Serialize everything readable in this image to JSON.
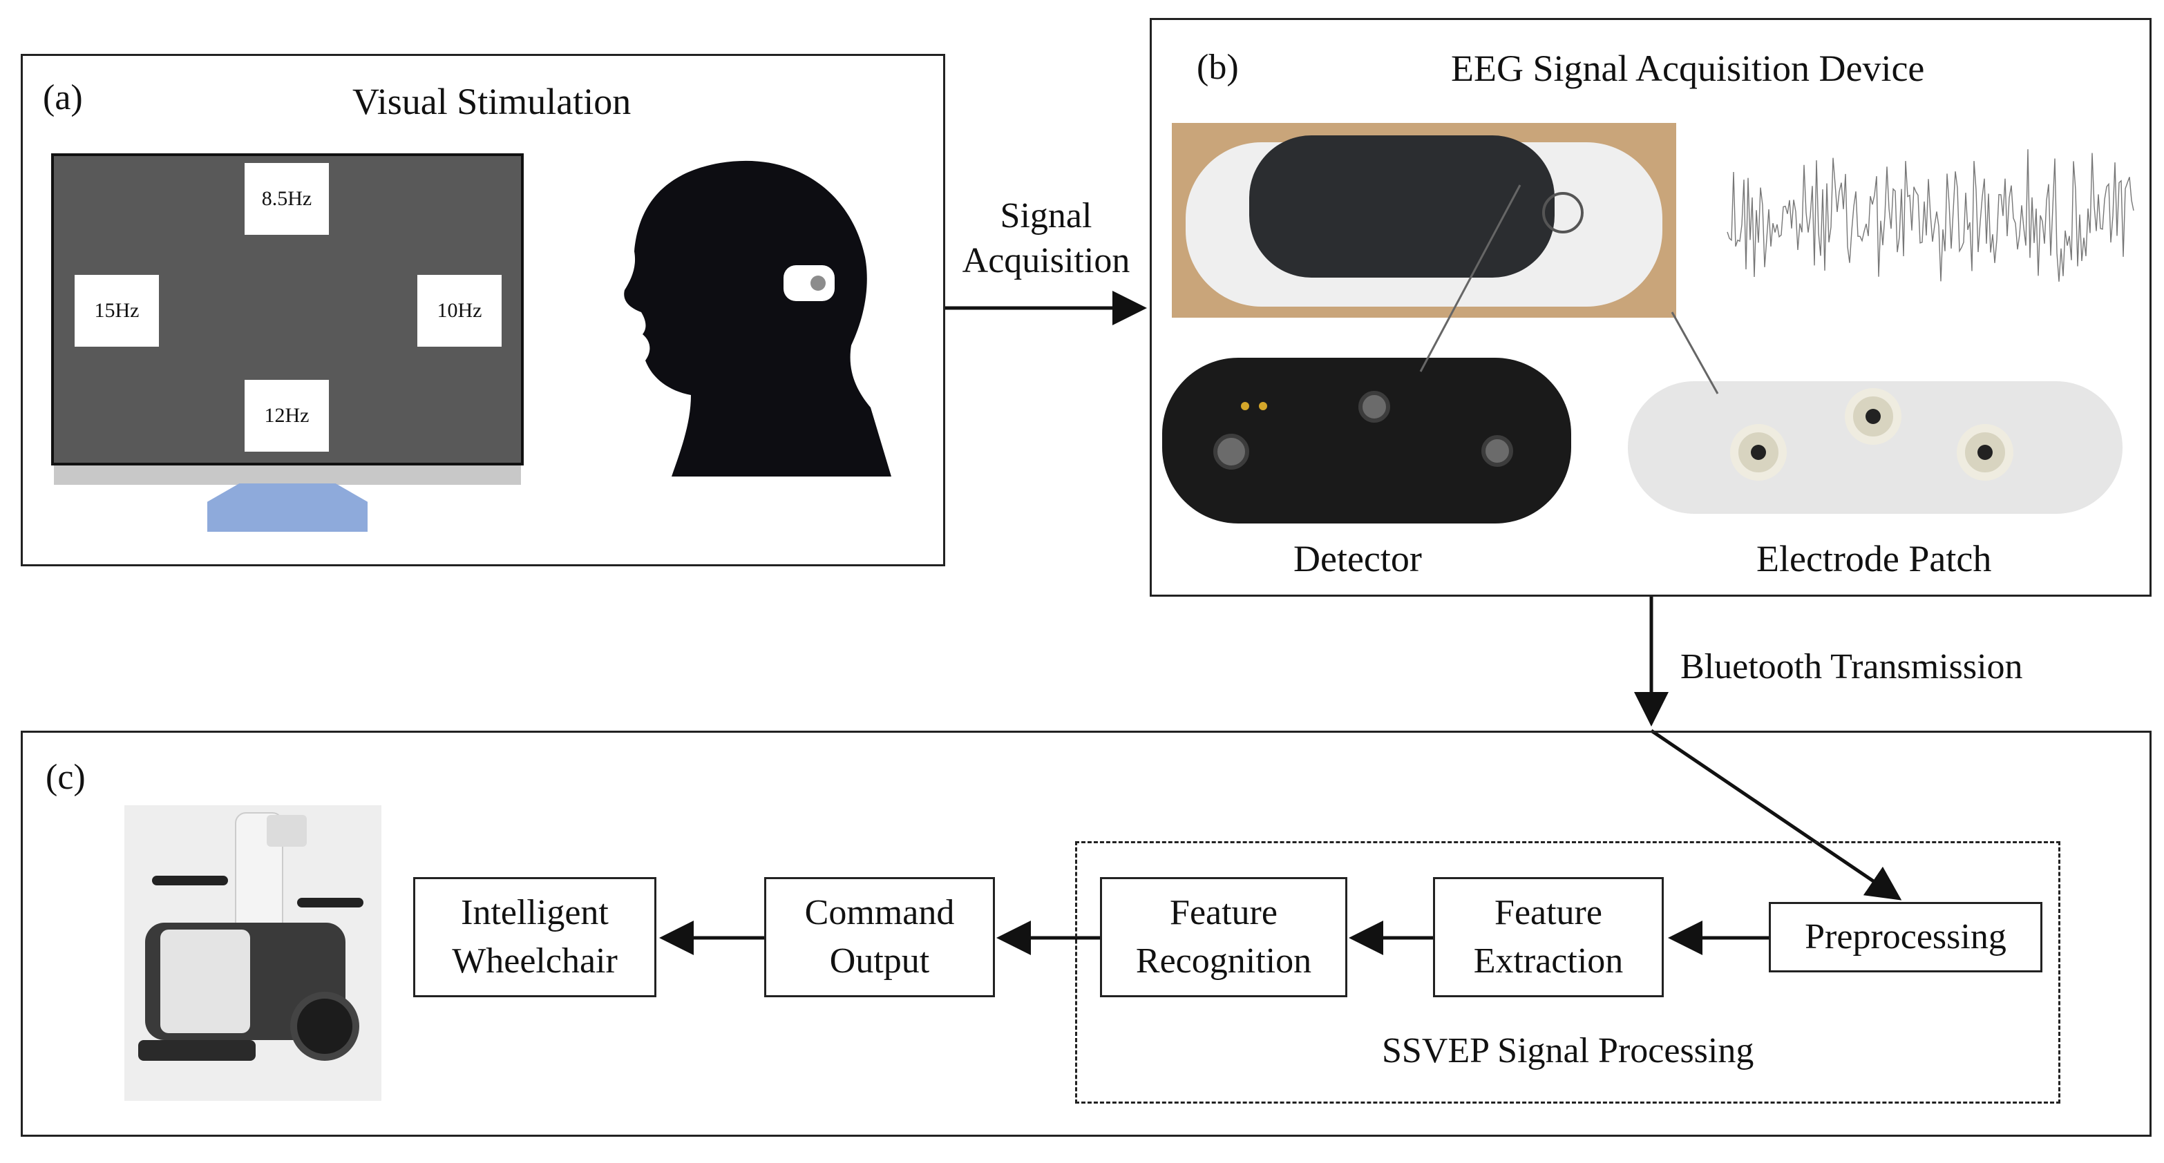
{
  "panel_a": {
    "label": "(a)",
    "title": "Visual Stimulation",
    "stimuli": {
      "top": "8.5Hz",
      "left": "15Hz",
      "right": "10Hz",
      "bottom": "12Hz"
    }
  },
  "arrow_a_b": {
    "label_line1": "Signal",
    "label_line2": "Acquisition"
  },
  "panel_b": {
    "label": "(b)",
    "title": "EEG Signal Acquisition Device",
    "detector_label": "Detector",
    "patch_label": "Electrode Patch"
  },
  "arrow_b_c": {
    "label": "Bluetooth Transmission"
  },
  "panel_c": {
    "label": "(c)",
    "group_label": "SSVEP Signal Processing",
    "steps": {
      "preprocessing": "Preprocessing",
      "feature_extraction": [
        "Feature",
        "Extraction"
      ],
      "feature_recognition": [
        "Feature",
        "Recognition"
      ],
      "command_output": [
        "Command",
        "Output"
      ],
      "wheelchair": [
        "Intelligent",
        "Wheelchair"
      ]
    }
  },
  "colors": {
    "monitor_screen": "#595959",
    "monitor_stand": "#8eaadb",
    "head": "#0d0d12",
    "device": "#1a1a1a",
    "patch": "#e6e6e6",
    "line": "#222222"
  }
}
